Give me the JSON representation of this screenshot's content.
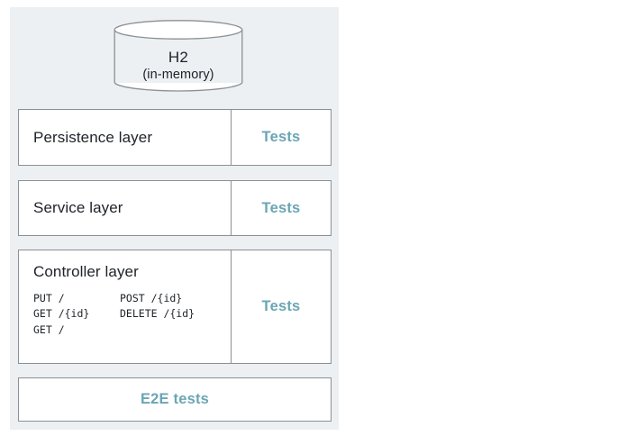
{
  "theme": {
    "backdrop_color": "#ecf0f2",
    "box_fill": "#ffffff",
    "border_color": "#8b9095",
    "text_color": "#20242a",
    "accent_color": "#6ba6b4"
  },
  "database": {
    "name": "H2",
    "subtitle": "(in-memory)",
    "shape": "cylinder"
  },
  "layers": [
    {
      "id": "persistence",
      "title": "Persistence layer",
      "tests_label": "Tests"
    },
    {
      "id": "service",
      "title": "Service layer",
      "tests_label": "Tests"
    },
    {
      "id": "controller",
      "title": "Controller layer",
      "tests_label": "Tests",
      "endpoints": {
        "left_column": [
          "PUT /",
          "GET /{id}",
          "GET /"
        ],
        "right_column": [
          "POST /{id}",
          "DELETE /{id}"
        ]
      }
    }
  ],
  "e2e": {
    "label": "E2E tests"
  }
}
